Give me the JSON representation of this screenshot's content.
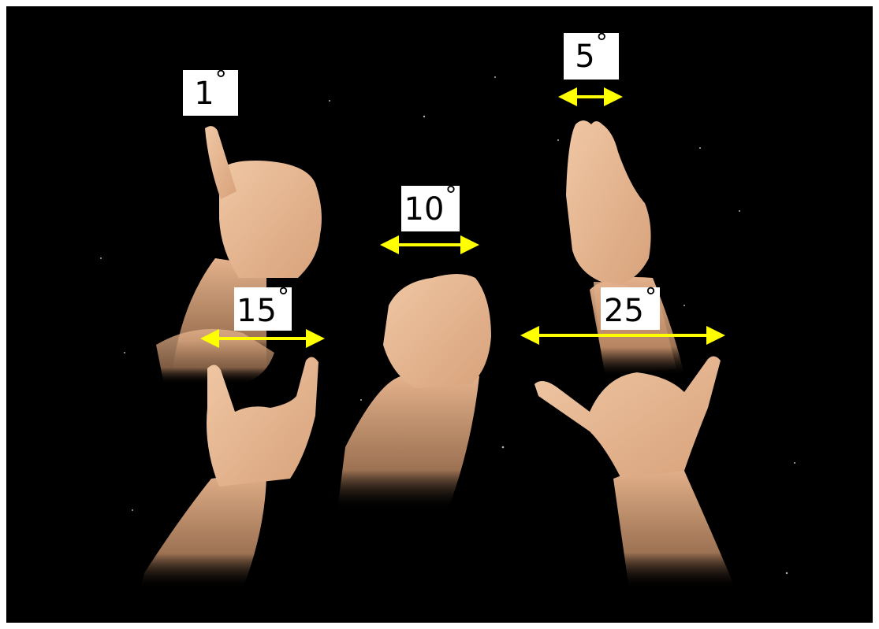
{
  "colors": {
    "background": "#000000",
    "frame": "#ffffff",
    "arrow": "#ffff00",
    "skin": "#e5b48f",
    "label_bg": "#ffffff",
    "label_text": "#000000"
  },
  "gestures": [
    {
      "id": "pinky",
      "value": "1",
      "unit": "°",
      "icon": "raised-index-finger"
    },
    {
      "id": "three-fingers",
      "value": "5",
      "unit": "°",
      "icon": "three-fingers-hand"
    },
    {
      "id": "fist",
      "value": "10",
      "unit": "°",
      "icon": "closed-fist"
    },
    {
      "id": "index-pinky",
      "value": "15",
      "unit": "°",
      "icon": "horned-hand"
    },
    {
      "id": "thumb-pinky",
      "value": "25",
      "unit": "°",
      "icon": "spread-hand"
    }
  ]
}
